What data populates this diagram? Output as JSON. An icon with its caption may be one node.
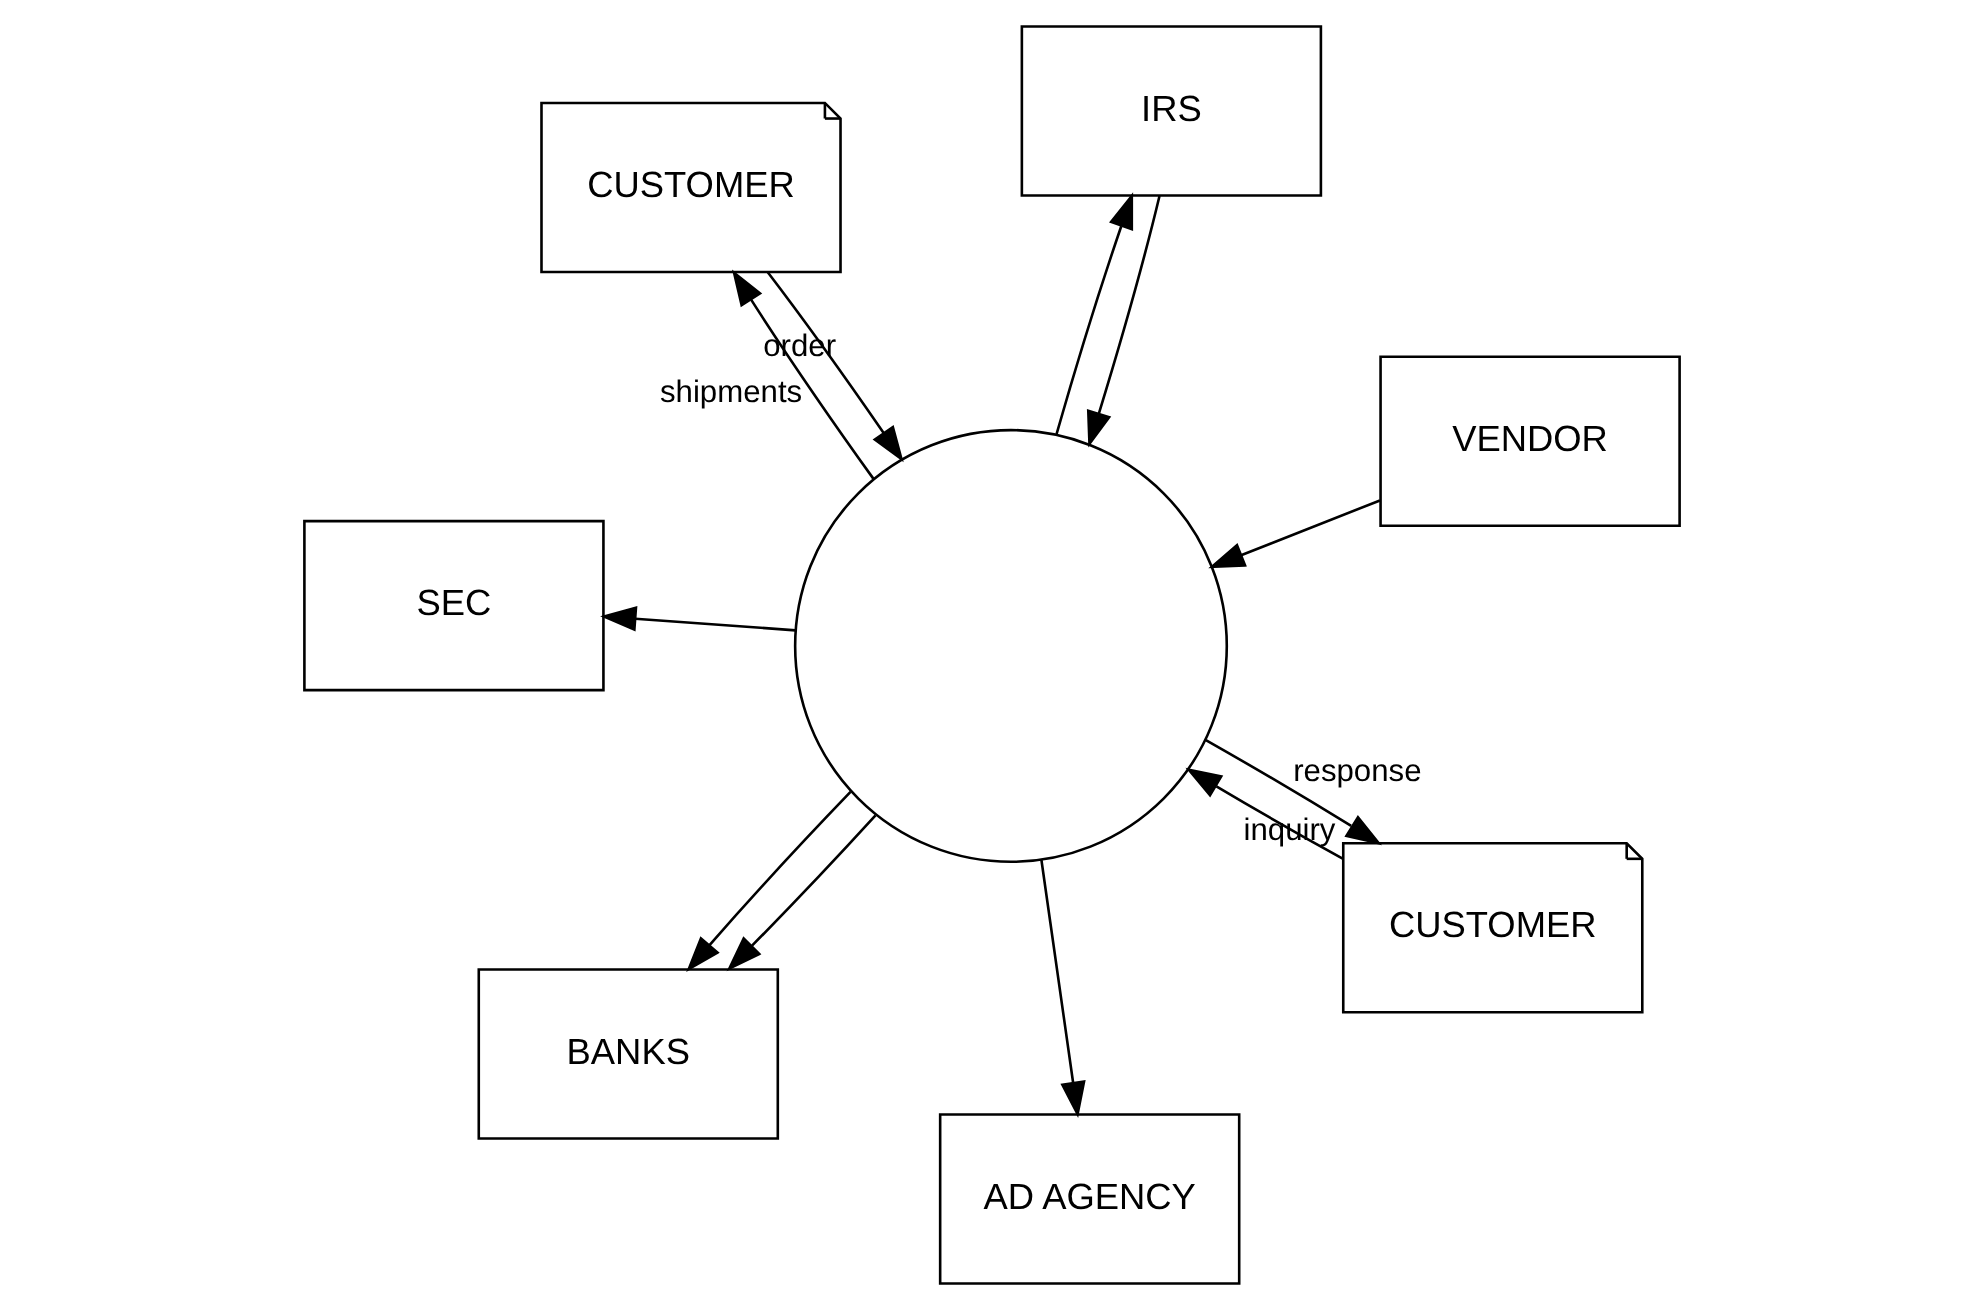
{
  "diagram": {
    "nodes": [
      {
        "text": [
          "CUSTOMER"
        ]
      },
      {
        "text": [
          "VENDOR"
        ]
      },
      {
        "text": [
          "AD AGENCY"
        ]
      },
      {
        "text": [],
        "shape": "circle"
      },
      {
        "text": [
          "IRS"
        ]
      },
      {
        "text": [
          "SEC"
        ]
      },
      {
        "text": [
          "BANKS"
        ]
      },
      {
        "text": [
          "CUSTOMER"
        ]
      }
    ],
    "edges": [
      {
        "from": 0,
        "to": 3,
        "arrow": "to",
        "label": "order"
      },
      {
        "from": 3,
        "to": 0,
        "arrow": "to",
        "label": "shipments"
      },
      {
        "from": 1,
        "to": 3,
        "arrow": "to"
      },
      {
        "from": 3,
        "to": 2,
        "arrow": "to"
      },
      {
        "from": 4,
        "to": 3,
        "arrow": "to"
      },
      {
        "from": 3,
        "to": 4,
        "arrow": "to"
      },
      {
        "from": 3,
        "to": 5,
        "arrow": "to"
      },
      {
        "from": 3,
        "to": 6,
        "arrow": "to"
      },
      {
        "from": 3,
        "to": 6,
        "arrow": "to"
      },
      {
        "from": 3,
        "to": 7,
        "arrow": "to",
        "label": "response"
      },
      {
        "from": 7,
        "to": 3,
        "arrow": "to",
        "label": "inquiry"
      }
    ]
  }
}
